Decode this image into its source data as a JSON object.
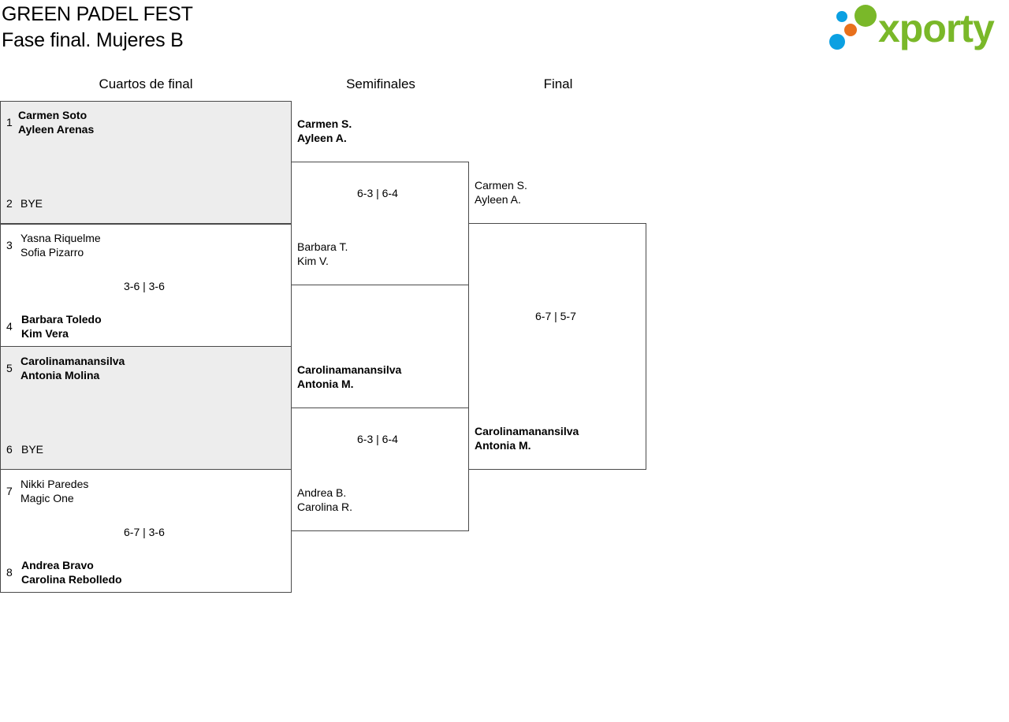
{
  "header": {
    "event": "GREEN PADEL FEST",
    "phase": "Fase final. Mujeres B"
  },
  "logo": {
    "text": "xporty",
    "colors": {
      "green": "#7ab829",
      "orange": "#e8701c",
      "blue": "#0ba0e2"
    }
  },
  "columns": {
    "quarterfinals": "Cuartos de final",
    "semifinals": "Semifinales",
    "final": "Final"
  },
  "quarterfinals": [
    {
      "score": "",
      "top": {
        "seed": "1",
        "p1": "Carmen Soto",
        "p2": "Ayleen Arenas"
      },
      "bottom": {
        "seed": "2",
        "label": "BYE"
      }
    },
    {
      "score": "3-6 | 3-6",
      "top": {
        "seed": "3",
        "p1": "Yasna Riquelme",
        "p2": "Sofia Pizarro"
      },
      "bottom": {
        "seed": "4",
        "p1": "Barbara Toledo",
        "p2": "Kim Vera"
      }
    },
    {
      "score": "",
      "top": {
        "seed": "5",
        "p1": "Carolinamanansilva",
        "p2": "Antonia Molina"
      },
      "bottom": {
        "seed": "6",
        "label": "BYE"
      }
    },
    {
      "score": "6-7 | 3-6",
      "top": {
        "seed": "7",
        "p1": "Nikki Paredes",
        "p2": "Magic One"
      },
      "bottom": {
        "seed": "8",
        "p1": "Andrea Bravo",
        "p2": "Carolina Rebolledo"
      }
    }
  ],
  "semifinals": [
    {
      "score": "6-3 | 6-4",
      "top": {
        "p1": "Carmen S.",
        "p2": "Ayleen A."
      },
      "bottom": {
        "p1": "Barbara T.",
        "p2": "Kim V."
      }
    },
    {
      "score": "6-3 | 6-4",
      "top": {
        "p1": "Carolinamanansilva",
        "p2": "Antonia M."
      },
      "bottom": {
        "p1": "Andrea B.",
        "p2": "Carolina R."
      }
    }
  ],
  "final": {
    "score": "6-7 | 5-7",
    "top": {
      "p1": "Carmen S.",
      "p2": "Ayleen A."
    },
    "bottom": {
      "p1": "Carolinamanansilva",
      "p2": "Antonia M."
    }
  }
}
